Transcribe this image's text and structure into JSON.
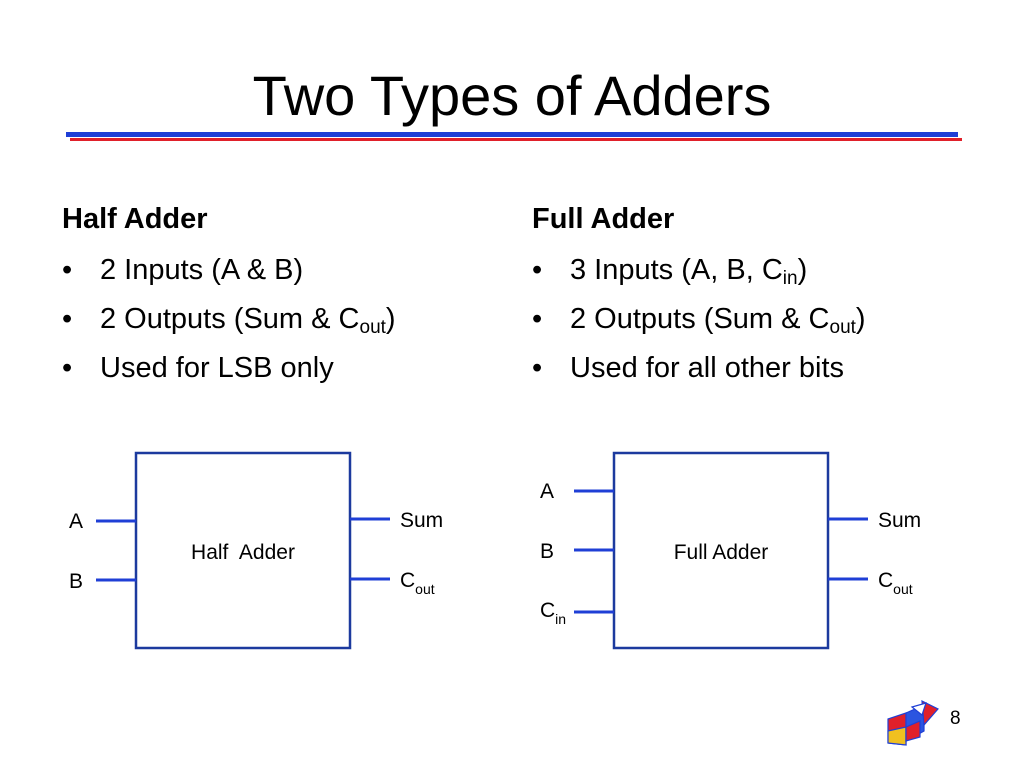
{
  "slide": {
    "title": "Two Types of Adders",
    "page_number": "8"
  },
  "half_adder": {
    "heading": "Half Adder",
    "bullets": [
      {
        "text": "2 Inputs (A & B)",
        "sub": "",
        "after": ""
      },
      {
        "text": "2 Outputs (Sum & C",
        "sub": "out",
        "after": ")"
      },
      {
        "text": "Used for LSB only",
        "sub": "",
        "after": ""
      }
    ],
    "block": {
      "label": "Half  Adder",
      "input_a": "A",
      "input_b": "B",
      "output_sum": "Sum",
      "output_cout": "C",
      "output_cout_sub": "out"
    }
  },
  "full_adder": {
    "heading": "Full Adder",
    "bullets": [
      {
        "text": "3 Inputs (A, B, C",
        "sub": "in",
        "after": ")"
      },
      {
        "text": "2 Outputs (Sum & C",
        "sub": "out",
        "after": ")"
      },
      {
        "text": "Used for all other bits",
        "sub": "",
        "after": ""
      }
    ],
    "block": {
      "label": "Full Adder",
      "input_a": "A",
      "input_b": "B",
      "input_cin": "C",
      "input_cin_sub": "in",
      "output_sum": "Sum",
      "output_cout": "C",
      "output_cout_sub": "out"
    }
  },
  "colors": {
    "line_blue": "#1f3fd6",
    "rule_red": "#e0202a",
    "box_stroke": "#1c3a9e"
  },
  "icons": {
    "logo": "folded-arrow-logo-icon"
  }
}
